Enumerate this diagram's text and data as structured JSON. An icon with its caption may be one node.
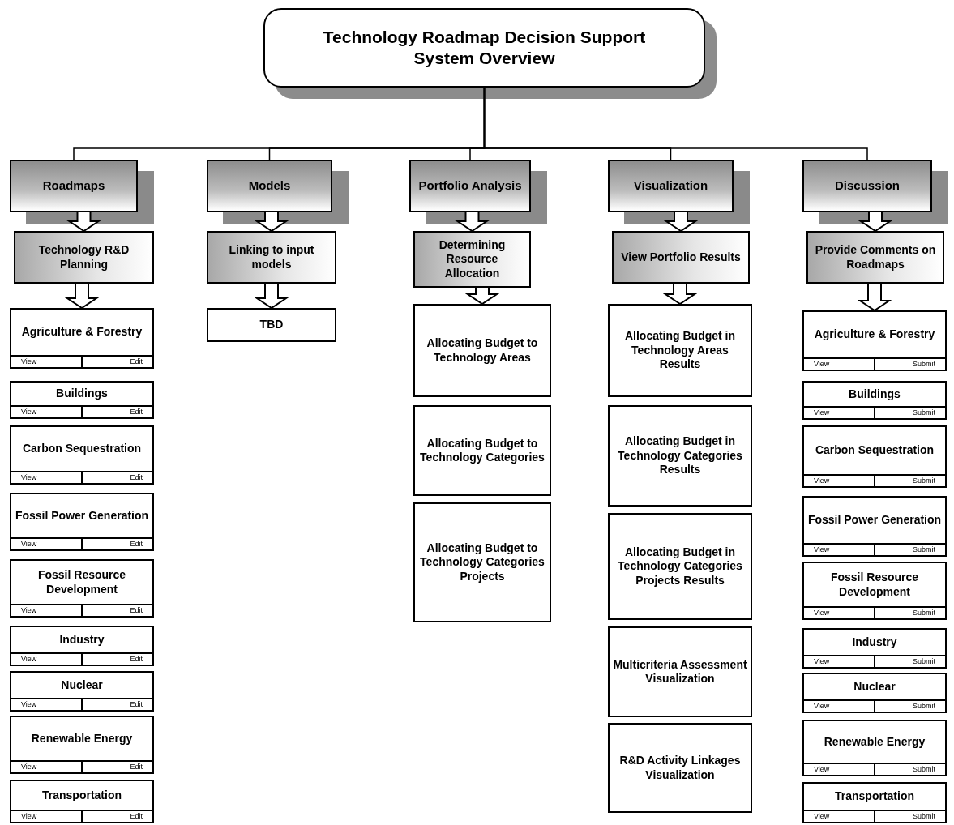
{
  "diagram": {
    "nodes": [
      {
        "text": [
          "Technology Roadmap Decision Support System Overview"
        ]
      },
      {
        "text": [
          "Roadmaps"
        ]
      },
      {
        "text": [
          "Models"
        ]
      },
      {
        "text": [
          "Portfolio Analysis"
        ]
      },
      {
        "text": [
          "Visualization"
        ]
      },
      {
        "text": [
          "Discussion"
        ]
      },
      {
        "text": [
          "Technology R&D Planning"
        ]
      },
      {
        "text": [
          "Linking to input models"
        ]
      },
      {
        "text": [
          "Determining Resource Allocation"
        ]
      },
      {
        "text": [
          "View Portfolio Results"
        ]
      },
      {
        "text": [
          "Provide Comments on Roadmaps"
        ]
      },
      {
        "text": [
          "Agriculture & Forestry",
          "View",
          "Edit"
        ]
      },
      {
        "text": [
          "Buildings",
          "View",
          "Edit"
        ]
      },
      {
        "text": [
          "Carbon Sequestration",
          "View",
          "Edit"
        ]
      },
      {
        "text": [
          "Fossil Power Generation",
          "View",
          "Edit"
        ]
      },
      {
        "text": [
          "Fossil Resource Development",
          "View",
          "Edit"
        ]
      },
      {
        "text": [
          "Industry",
          "View",
          "Edit"
        ]
      },
      {
        "text": [
          "Nuclear",
          "View",
          "Edit"
        ]
      },
      {
        "text": [
          "Renewable Energy",
          "View",
          "Edit"
        ]
      },
      {
        "text": [
          "Transportation",
          "View",
          "Edit"
        ]
      },
      {
        "text": [
          "TBD"
        ]
      },
      {
        "text": [
          "Allocating Budget to Technology Areas"
        ]
      },
      {
        "text": [
          "Allocating Budget to Technology Categories"
        ]
      },
      {
        "text": [
          "Allocating Budget to Technology Categories Projects"
        ]
      },
      {
        "text": [
          "Allocating Budget in Technology Areas Results"
        ]
      },
      {
        "text": [
          "Allocating Budget in Technology Categories Results"
        ]
      },
      {
        "text": [
          "Allocating Budget in Technology Categories Projects Results"
        ]
      },
      {
        "text": [
          "Multicriteria Assessment Visualization"
        ]
      },
      {
        "text": [
          "R&D Activity Linkages Visualization"
        ]
      },
      {
        "text": [
          "Agriculture & Forestry",
          "View",
          "Submit"
        ]
      },
      {
        "text": [
          "Buildings",
          "View",
          "Submit"
        ]
      },
      {
        "text": [
          "Carbon Sequestration",
          "View",
          "Submit"
        ]
      },
      {
        "text": [
          "Fossil Power Generation",
          "View",
          "Submit"
        ]
      },
      {
        "text": [
          "Fossil Resource Development",
          "View",
          "Submit"
        ]
      },
      {
        "text": [
          "Industry",
          "View",
          "Submit"
        ]
      },
      {
        "text": [
          "Nuclear",
          "View",
          "Submit"
        ]
      },
      {
        "text": [
          "Renewable Energy",
          "View",
          "Submit"
        ]
      },
      {
        "text": [
          "Transportation",
          "View",
          "Submit"
        ]
      }
    ],
    "edges": [
      {
        "from": 0,
        "to": 1,
        "arrow": "none"
      },
      {
        "from": 0,
        "to": 2,
        "arrow": "none"
      },
      {
        "from": 0,
        "to": 3,
        "arrow": "none"
      },
      {
        "from": 0,
        "to": 4,
        "arrow": "none"
      },
      {
        "from": 0,
        "to": 5,
        "arrow": "none"
      },
      {
        "from": 1,
        "to": 6,
        "arrow": "to"
      },
      {
        "from": 2,
        "to": 7,
        "arrow": "to"
      },
      {
        "from": 3,
        "to": 8,
        "arrow": "to"
      },
      {
        "from": 4,
        "to": 9,
        "arrow": "to"
      },
      {
        "from": 5,
        "to": 10,
        "arrow": "to"
      },
      {
        "from": 6,
        "to": 11,
        "arrow": "to"
      },
      {
        "from": 7,
        "to": 20,
        "arrow": "to"
      },
      {
        "from": 8,
        "to": 21,
        "arrow": "to"
      },
      {
        "from": 9,
        "to": 24,
        "arrow": "to"
      },
      {
        "from": 10,
        "to": 29,
        "arrow": "to"
      }
    ]
  }
}
